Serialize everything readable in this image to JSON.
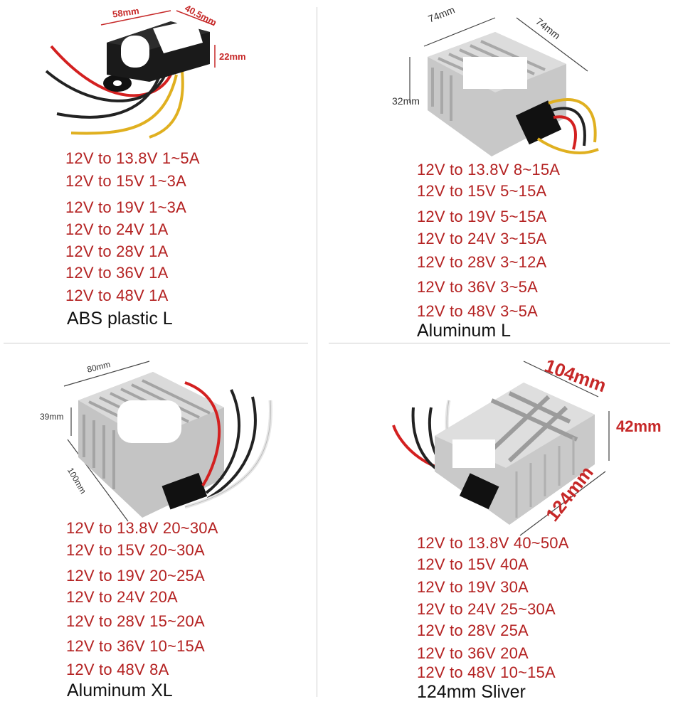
{
  "colors": {
    "spec_text": "#b42222",
    "caption_text": "#111111",
    "divider": "#cfcfcf",
    "dimension_red": "#c62828"
  },
  "panels": [
    {
      "id": "abs-plastic",
      "dimensions": [
        "58mm",
        "40.5mm",
        "22mm"
      ],
      "specs": [
        "12V to 13.8V 1~5A",
        "12V to 15V 1~3A",
        "12V to 19V 1~3A",
        "12V to 24V 1A",
        "12V to 28V 1A",
        "12V to 36V 1A",
        "12V to 48V 1A"
      ],
      "caption": "ABS plastic L"
    },
    {
      "id": "aluminum-l",
      "dimensions": [
        "74mm",
        "74mm",
        "32mm"
      ],
      "specs": [
        "12V to 13.8V 8~15A",
        "12V to 15V 5~15A",
        "12V to 19V 5~15A",
        "12V to 24V 3~15A",
        "12V to 28V 3~12A",
        "12V to 36V 3~5A",
        "12V to 48V 3~5A"
      ],
      "caption": "Aluminum L"
    },
    {
      "id": "aluminum-xl",
      "dimensions": [
        "80mm",
        "39mm",
        "100mm"
      ],
      "specs": [
        "12V to 13.8V 20~30A",
        "12V to 15V 20~30A",
        "12V to 19V 20~25A",
        "12V to 24V 20A",
        "12V to 28V 15~20A",
        "12V to 36V 10~15A",
        "12V to 48V 8A"
      ],
      "caption": "Aluminum XL"
    },
    {
      "id": "sliver-124mm",
      "dimensions": [
        "104mm",
        "42mm",
        "124mm"
      ],
      "specs": [
        "12V to 13.8V 40~50A",
        "12V to 15V 40A",
        "12V to 19V 30A",
        "12V to 24V 25~30A",
        "12V to 28V 25A",
        "12V to 36V 20A",
        "12V to 48V 10~15A"
      ],
      "caption": "124mm Sliver"
    }
  ]
}
